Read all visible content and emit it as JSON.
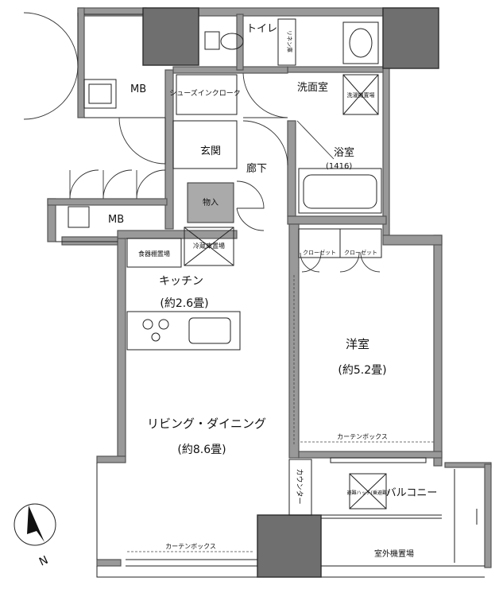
{
  "labels": {
    "toilet": "トイレ",
    "linen": "リネン庫",
    "mb_top": "MB",
    "washroom": "洗面室",
    "washer_space": "洗濯機置場",
    "shoes_closet": "シューズインクローク",
    "genkan": "玄関",
    "bath": "浴室",
    "bath_size": "(1416)",
    "corridor": "廊下",
    "storage": "物入",
    "mb_bottom": "MB",
    "food_storage": "食器棚置場",
    "fridge_space": "冷蔵庫置場",
    "closet_1": "クローゼット",
    "closet_2": "クローゼット",
    "kitchen": "キッチン",
    "kitchen_size": "(約2.6畳)",
    "western_room": "洋室",
    "western_size": "(約5.2畳)",
    "living": "リビング・ダイニング",
    "living_size": "(約8.6畳)",
    "curtain_box_room": "カーテンボックス",
    "counter": "カウンター",
    "hatch": "避難ハッチ(乗避難)",
    "balcony": "バルコニー",
    "curtain_box_living": "カーテンボックス",
    "ac_unit_space": "室外機置場",
    "north": "N"
  }
}
